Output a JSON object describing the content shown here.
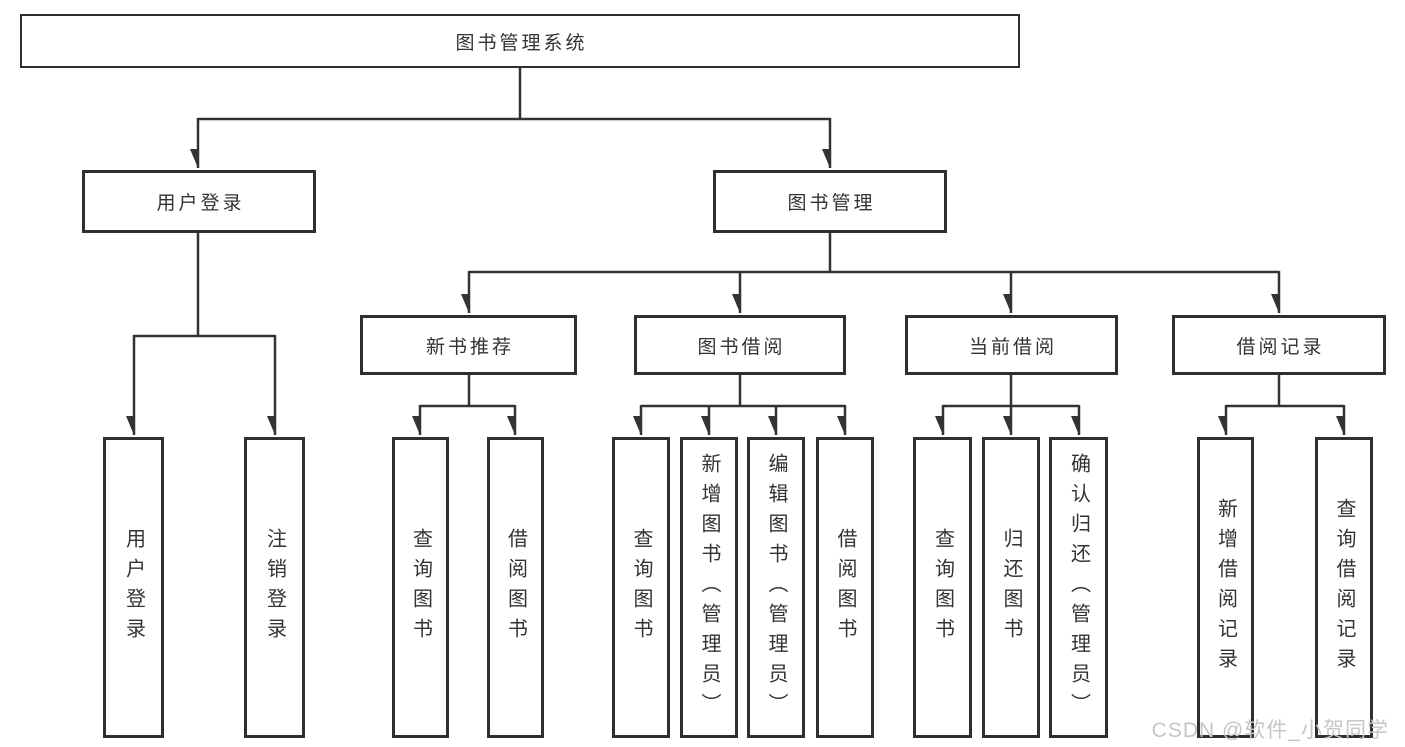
{
  "watermark": "CSDN @软件_小贺同学",
  "colors": {
    "line": "#333333",
    "box_border": "#2f2f2f",
    "box_background": "#ffffff",
    "text": "#333333",
    "watermark_text": "#c6c6c6"
  },
  "hierarchy": {
    "label": "图书管理系统",
    "children": [
      {
        "label": "用户登录",
        "children": [
          {
            "label": "用户登录"
          },
          {
            "label": "注销登录"
          }
        ]
      },
      {
        "label": "图书管理",
        "children": [
          {
            "label": "新书推荐",
            "children": [
              {
                "label": "查询图书"
              },
              {
                "label": "借阅图书"
              }
            ]
          },
          {
            "label": "图书借阅",
            "children": [
              {
                "label": "查询图书"
              },
              {
                "label": "新增图书（管理员）"
              },
              {
                "label": "编辑图书（管理员）"
              },
              {
                "label": "借阅图书"
              }
            ]
          },
          {
            "label": "当前借阅",
            "children": [
              {
                "label": "查询图书"
              },
              {
                "label": "归还图书"
              },
              {
                "label": "确认归还（管理员）"
              }
            ]
          },
          {
            "label": "借阅记录",
            "children": [
              {
                "label": "新增借阅记录"
              },
              {
                "label": "查询借阅记录"
              }
            ]
          }
        ]
      }
    ]
  }
}
